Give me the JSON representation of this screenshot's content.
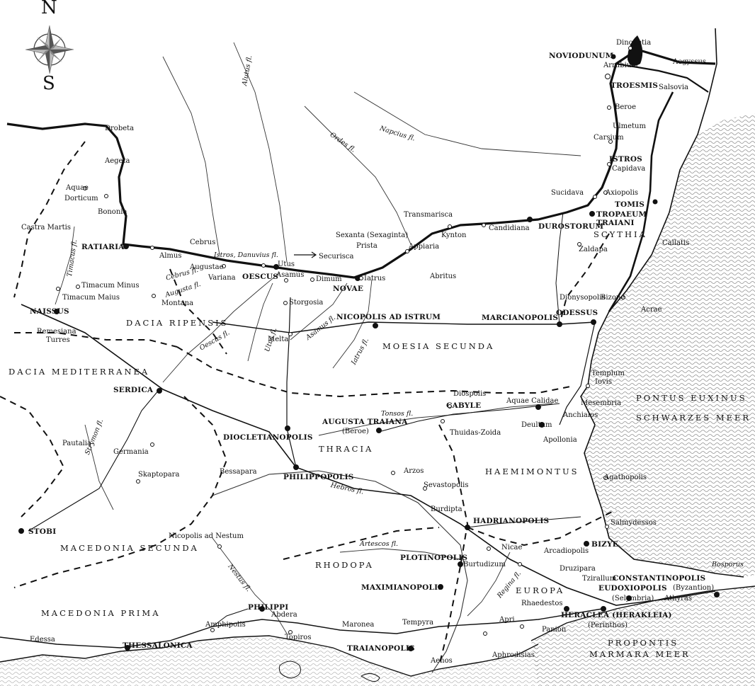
{
  "map": {
    "colors": {
      "ink": "#111111",
      "sea_hatch": "#333333",
      "paper": "#ffffff"
    },
    "compass": {
      "north": "N",
      "south": "S",
      "icon": "compass-rose-icon"
    },
    "regions": {
      "scythia": "SCYTHIA",
      "dacia_ripensis": "DACIA RIPENSIS",
      "dacia_mediterranea": "DACIA MEDITERRANEA",
      "moesia_secunda": "MOESIA SECUNDA",
      "thracia": "THRACIA",
      "haemimontus": "HAEMIMONTUS",
      "macedonia_secunda": "MACEDONIA SECUNDA",
      "macedonia_prima": "MACEDONIA PRIMA",
      "rhodopa": "RHODOPA",
      "europa": "EUROPA"
    },
    "seas": {
      "pontus_euxinus": "PONTUS EUXINUS",
      "schwarzes_meer": "SCHWARZES MEER",
      "propontis": "PROPONTIS",
      "marmara_meer": "MARMARA MEER",
      "bosporus": "Bosporus"
    },
    "rivers": {
      "alutus": "Alutus fl.",
      "ordes": "Ordes fl.",
      "napcius": "Napcius fl.",
      "istros_danuvius": "Istros, Danuvius fl.",
      "timacus": "Timacus fl.",
      "cebrus": "Cebrus fl.",
      "augusta": "Augusta fl.",
      "oescus": "Oescus fl.",
      "utus": "Utus fl.",
      "asamus": "Asamus fl.",
      "iatrus": "Iatrus fl.",
      "tonsos": "Tonsos fl.",
      "strymon": "Strymon fl.",
      "hebros": "Hebros fl.",
      "artescos": "Artescos fl.",
      "nestus": "Nestus fl.",
      "regina": "Regina fl."
    },
    "cities": {
      "noviodunum": "NOVIODUNUM",
      "troesmis": "TROESMIS",
      "istros": "ISTROS",
      "tomis": "TOMIS",
      "tropaeum": "TROPAEUM",
      "traiani": "TRAIANI",
      "durostorum": "DUROSTORUM",
      "ratiaria": "RATIARIA",
      "oescus": "OESCUS",
      "novae": "NOVAE",
      "naissus": "NAISSUS",
      "nicopolis_ad_istrum": "NICOPOLIS AD ISTRUM",
      "marcianopolis": "MARCIANOPOLIS",
      "odessus": "ODESSUS",
      "serdica": "SERDICA",
      "cabyle": "CABYLE",
      "augusta_traiana": "AUGUSTA TRAIANA",
      "diocletianopolis": "DIOCLETIANOPOLIS",
      "philippopolis": "PHILIPPOPOLIS",
      "stobi": "STOBI",
      "hadrianopolis": "HADRIANOPOLIS",
      "bizye": "BIZYE",
      "plotinopolis": "PLOTINOPOLIS",
      "maximianopolis": "MAXIMIANOPOLIS",
      "constantinopolis": "CONSTANTINOPOLIS",
      "eudoxiopolis": "EUDOXIOPOLIS",
      "philippi": "PHILIPPI",
      "heraclea": "HERACLEA (HERAKLEIA)",
      "thessalonica": "THESSALONICA",
      "traianopolis": "TRAIANOPOLIS"
    },
    "towns": {
      "dinogetia": "Dinogetia",
      "arrubium": "Arrubium",
      "aegyssus": "Aegyssus",
      "salsovia": "Salsovia",
      "beroe_n": "Beroe",
      "ulmetum": "Ulmetum",
      "carsium": "Carsium",
      "capidava": "Capidava",
      "axiopolis": "Axiopolis",
      "sucidava": "Sucidava",
      "callatis": "Callatis",
      "zaldapa": "Zaldapa",
      "drobeta": "Drobeta",
      "aegeta": "Aegeta",
      "aquae": "Aquae",
      "dorticum": "Dorticum",
      "bononia": "Bononia",
      "castra_martis": "Castra Martis",
      "cebrus": "Cebrus",
      "almus": "Almus",
      "augustae": "Augustae",
      "variana": "Variana",
      "utus": "Utus",
      "asamus": "Asamus",
      "dimum": "Dimum",
      "securisca": "Securisca",
      "sexanta": "Sexanta (Sexaginta)",
      "prista": "Prista",
      "appiaria": "Appiaria",
      "kynton": "Kynton",
      "transmarisca": "Transmarisca",
      "candidiana": "Candidiana",
      "iatrus": "Iatrus",
      "abritus": "Abritus",
      "timacum_minus": "Timacum Minus",
      "timacum_maius": "Timacum Maius",
      "montana": "Montana",
      "storgosia": "Storgosia",
      "dionysopolis": "Dionysopolis",
      "bizone": "Bizone",
      "acrae": "Acrae",
      "remesiana": "Remesiana",
      "turres": "Turres",
      "melta": "Melta",
      "templum": "Templum",
      "iovis": "Iovis",
      "diospolis": "Diospolis",
      "aquae_calidae": "Aquae Calidae",
      "mesembria": "Mesembria",
      "anchialos": "Anchialos",
      "deultum": "Deultum",
      "apollonia": "Apollonia",
      "beroe_s": "(Beroe)",
      "thuidas_zoida": "Thuidas-Zoida",
      "pautalia": "Pautalia",
      "germania": "Germania",
      "skaptopara": "Skaptopara",
      "bessapara": "Bessapara",
      "arzos": "Arzos",
      "sevastopolis": "Sevastopolis",
      "agathopolis": "Agathopolis",
      "burdipta": "Burdipta",
      "salmydessos": "Salmydessos",
      "nicopolis_ad_nestum": "Nicopolis ad Nestum",
      "nicae": "Nicae",
      "arcadiopolis": "Arcadiopolis",
      "burtudizum": "Burtudizum",
      "druzipara": "Druzipara",
      "tzirallum": "Tzirallum",
      "byzantion": "(Byzantion)",
      "selymbria": "(Selymbria)",
      "athyras": "Athyras",
      "rhaedestos": "Rhaedestos",
      "perinthos": "(Perinthos)",
      "panion": "Panion",
      "apri": "Apri",
      "abdera": "Abdera",
      "topiros": "Topiros",
      "maronea": "Maronea",
      "tempyra": "Tempyra",
      "amphipolis": "Amphipolis",
      "edessa": "Edessa",
      "aenos": "Aenos",
      "aphrodisias": "Aphrodisias"
    }
  }
}
